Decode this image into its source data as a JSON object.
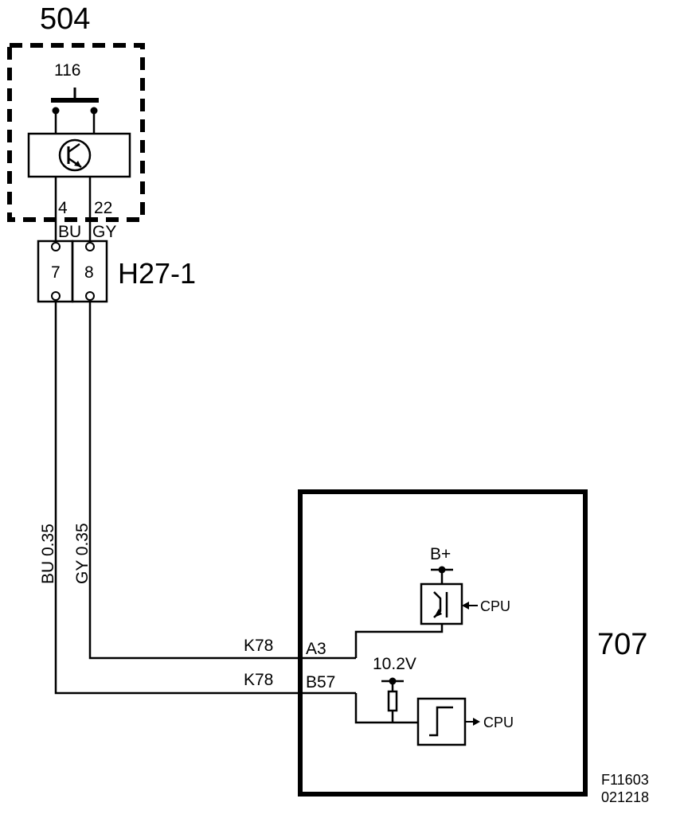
{
  "diagram": {
    "unit_504": {
      "label": "504"
    },
    "switch": {
      "label": "116"
    },
    "pins_504": {
      "pin_a": "4",
      "pin_b": "22"
    },
    "wire_colors_top": {
      "a": "BU",
      "b": "GY"
    },
    "connector": {
      "label": "H27-1",
      "pin_a": "7",
      "pin_b": "8"
    },
    "wires": {
      "a": "BU 0.35",
      "b": "GY 0.35"
    },
    "unit_707": {
      "label": "707",
      "pin_a3": "A3",
      "pin_b57": "B57",
      "wire_label_a3": "K78",
      "wire_label_b57": "K78",
      "supply": "B+",
      "voltage": "10.2V",
      "cpu_top": "CPU",
      "cpu_bottom": "CPU"
    },
    "figure_ref": {
      "code": "F11603",
      "date": "021218"
    }
  }
}
